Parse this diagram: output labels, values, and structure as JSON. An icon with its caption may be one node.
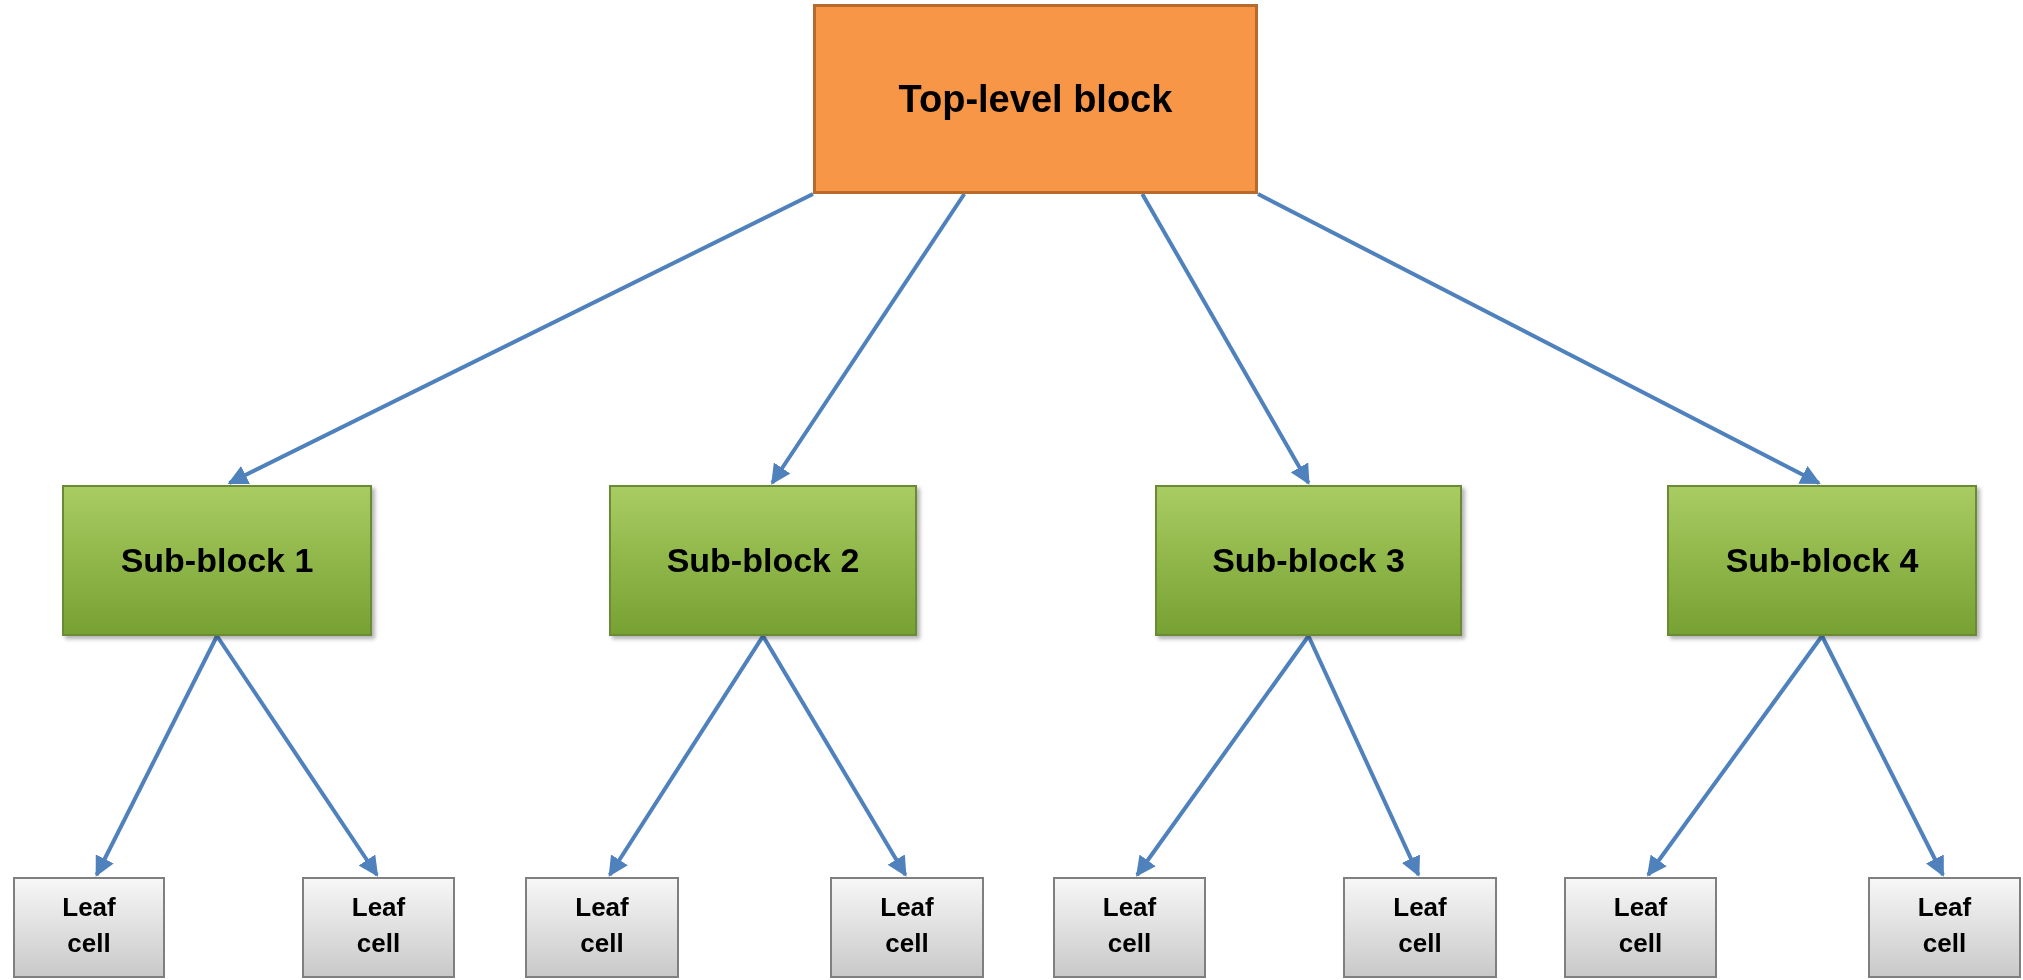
{
  "diagram": {
    "nodes": [
      {
        "text": [
          "Top-level block"
        ]
      },
      {
        "text": [
          "Sub-block 1"
        ]
      },
      {
        "text": [
          "Sub-block 2"
        ]
      },
      {
        "text": [
          "Sub-block 3"
        ]
      },
      {
        "text": [
          "Sub-block 4"
        ]
      },
      {
        "text": [
          "Leaf cell"
        ]
      },
      {
        "text": [
          "Leaf cell"
        ]
      },
      {
        "text": [
          "Leaf cell"
        ]
      },
      {
        "text": [
          "Leaf cell"
        ]
      },
      {
        "text": [
          "Leaf cell"
        ]
      },
      {
        "text": [
          "Leaf cell"
        ]
      },
      {
        "text": [
          "Leaf cell"
        ]
      },
      {
        "text": [
          "Leaf cell"
        ]
      }
    ],
    "edges": [
      {
        "from": 0,
        "to": 1,
        "arrow": "to"
      },
      {
        "from": 0,
        "to": 2,
        "arrow": "to"
      },
      {
        "from": 0,
        "to": 3,
        "arrow": "to"
      },
      {
        "from": 0,
        "to": 4,
        "arrow": "to"
      },
      {
        "from": 1,
        "to": 5,
        "arrow": "to"
      },
      {
        "from": 1,
        "to": 6,
        "arrow": "to"
      },
      {
        "from": 2,
        "to": 7,
        "arrow": "to"
      },
      {
        "from": 2,
        "to": 8,
        "arrow": "to"
      },
      {
        "from": 3,
        "to": 9,
        "arrow": "to"
      },
      {
        "from": 3,
        "to": 10,
        "arrow": "to"
      },
      {
        "from": 4,
        "to": 11,
        "arrow": "to"
      },
      {
        "from": 4,
        "to": 12,
        "arrow": "to"
      }
    ]
  }
}
